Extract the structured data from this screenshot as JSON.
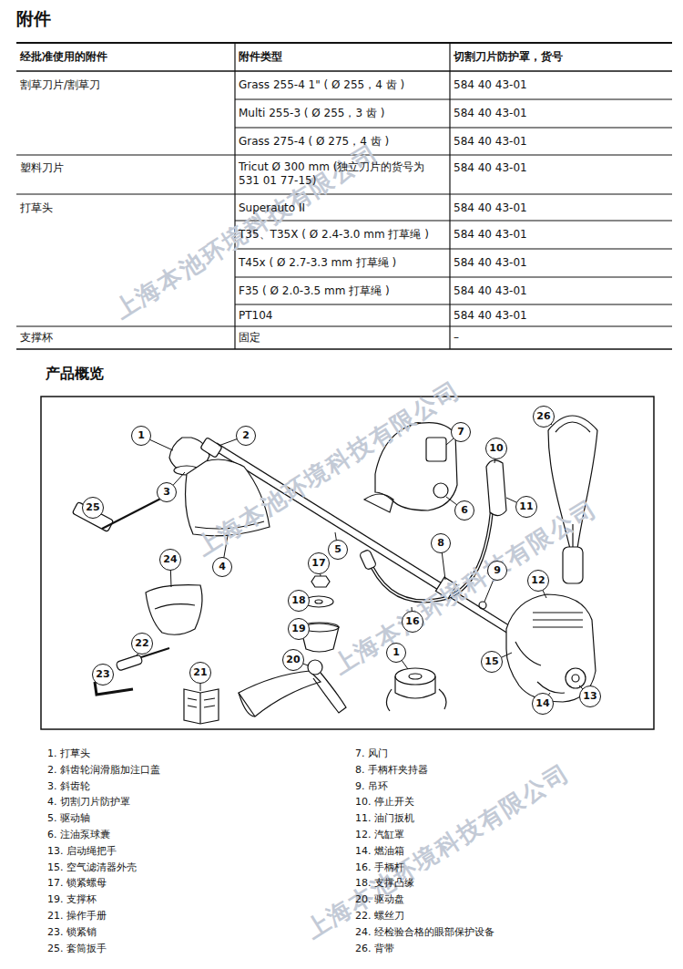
{
  "diagram": {
    "title": "附件",
    "nodes": [
      {
        "text": [
          "1"
        ]
      },
      {
        "text": [
          "2"
        ]
      },
      {
        "text": [
          "3"
        ]
      },
      {
        "text": [
          "4"
        ]
      },
      {
        "text": [
          "5"
        ]
      },
      {
        "text": [
          "6"
        ]
      },
      {
        "text": [
          "7"
        ]
      },
      {
        "text": [
          "8"
        ]
      },
      {
        "text": [
          "9"
        ]
      },
      {
        "text": [
          "10"
        ]
      },
      {
        "text": [
          "11"
        ]
      },
      {
        "text": [
          "12"
        ]
      },
      {
        "text": [
          "13"
        ]
      },
      {
        "text": [
          "14"
        ]
      },
      {
        "text": [
          "15"
        ]
      },
      {
        "text": [
          "16"
        ]
      },
      {
        "text": [
          "17"
        ]
      },
      {
        "text": [
          "18"
        ]
      },
      {
        "text": [
          "19"
        ]
      },
      {
        "text": [
          "20"
        ]
      },
      {
        "text": [
          "21"
        ]
      },
      {
        "text": [
          "22"
        ]
      },
      {
        "text": [
          "23"
        ]
      },
      {
        "text": [
          "24"
        ]
      },
      {
        "text": [
          "25"
        ]
      },
      {
        "text": [
          "26"
        ]
      },
      {
        "text": [
          "1"
        ]
      }
    ],
    "labels": [
      "经批准使用的附件",
      "附件类型",
      "切割刀片防护罩，货号",
      "割草刀片/割草刀",
      "Grass 255-4 1\" ( Ø 255，4 齿 )",
      "584 40 43-01",
      "Multi 255-3 ( Ø 255，3 齿 )",
      "584 40 43-01",
      "Grass 275-4 ( Ø 275，4 齿 )",
      "584 40 43-01",
      "塑料刀片",
      "Tricut Ø 300 mm (独立刀片的货号为 531 01 77-15)",
      "584 40 43-01",
      "打草头",
      "Superauto II",
      "584 40 43-01",
      "T35、T35X ( Ø 2.4-3.0 mm 打草绳 )",
      "584 40 43-01",
      "T45x ( Ø 2.7-3.3 mm 打草绳 )",
      "584 40 43-01",
      "F35 ( Ø 2.0-3.5 mm 打草绳 )",
      "584 40 43-01",
      "PT104",
      "584 40 43-01",
      "支撑杯",
      "固定",
      "–",
      "产品概览",
      "1.  打草头",
      "7.  风门",
      "2.  斜齿轮润滑脂加注口盖",
      "8.  手柄杆夹持器",
      "3.  斜齿轮",
      "9.  吊环",
      "4.  切割刀片防护罩",
      "10. 停止开关",
      "5.  驱动轴",
      "11. 油门扳机",
      "6.  注油泵球囊",
      "12. 汽缸罩",
      "13. 启动绳把手",
      "14. 燃油箱",
      "15. 空气滤清器外壳",
      "16. 手柄杆",
      "17. 锁紧螺母",
      "18. 支撑凸缘",
      "19. 支撑杯",
      "20. 驱动盘",
      "21. 操作手册",
      "22. 螺丝刀",
      "23. 锁紧销",
      "24. 经检验合格的眼部保护设备",
      "25. 套筒扳手",
      "26. 背带",
      "上海本池环境科技有限公司",
      "上海本池环境科技有限公司",
      "上海本池环境科技有限公司",
      "上海本池环境科技有限公司"
    ]
  }
}
